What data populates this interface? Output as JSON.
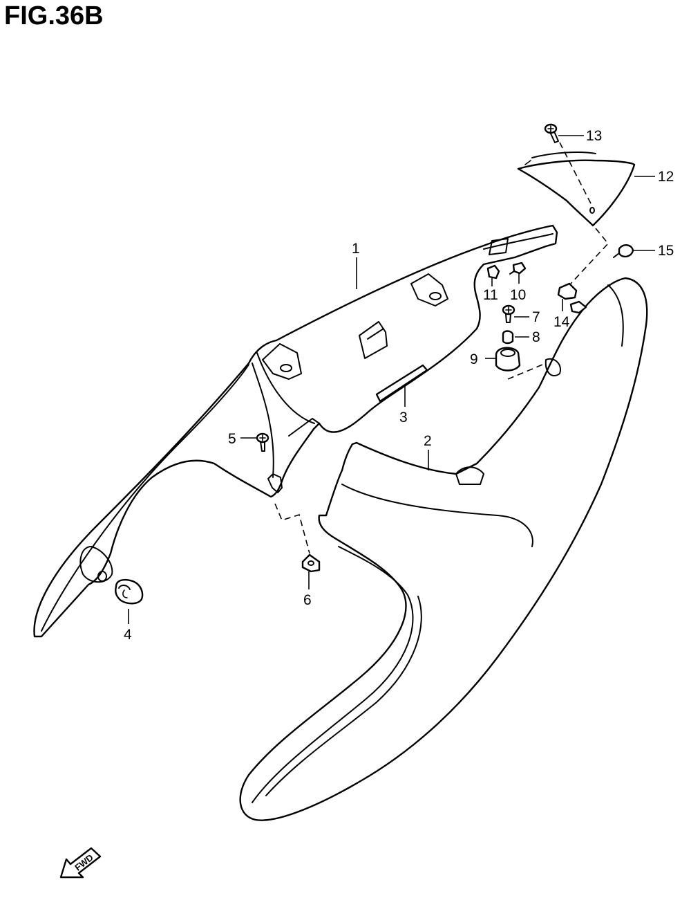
{
  "figure": {
    "title": "FIG.36B"
  },
  "callouts": [
    {
      "id": "1",
      "label": "1"
    },
    {
      "id": "2",
      "label": "2"
    },
    {
      "id": "3",
      "label": "3"
    },
    {
      "id": "4",
      "label": "4"
    },
    {
      "id": "5",
      "label": "5"
    },
    {
      "id": "6",
      "label": "6"
    },
    {
      "id": "7",
      "label": "7"
    },
    {
      "id": "8",
      "label": "8"
    },
    {
      "id": "9",
      "label": "9"
    },
    {
      "id": "10",
      "label": "10"
    },
    {
      "id": "11",
      "label": "11"
    },
    {
      "id": "12",
      "label": "12"
    },
    {
      "id": "13",
      "label": "13"
    },
    {
      "id": "14",
      "label": "14"
    },
    {
      "id": "15",
      "label": "15"
    }
  ],
  "direction_indicator": {
    "label": "FWD",
    "icon": "forward-arrow-icon"
  }
}
